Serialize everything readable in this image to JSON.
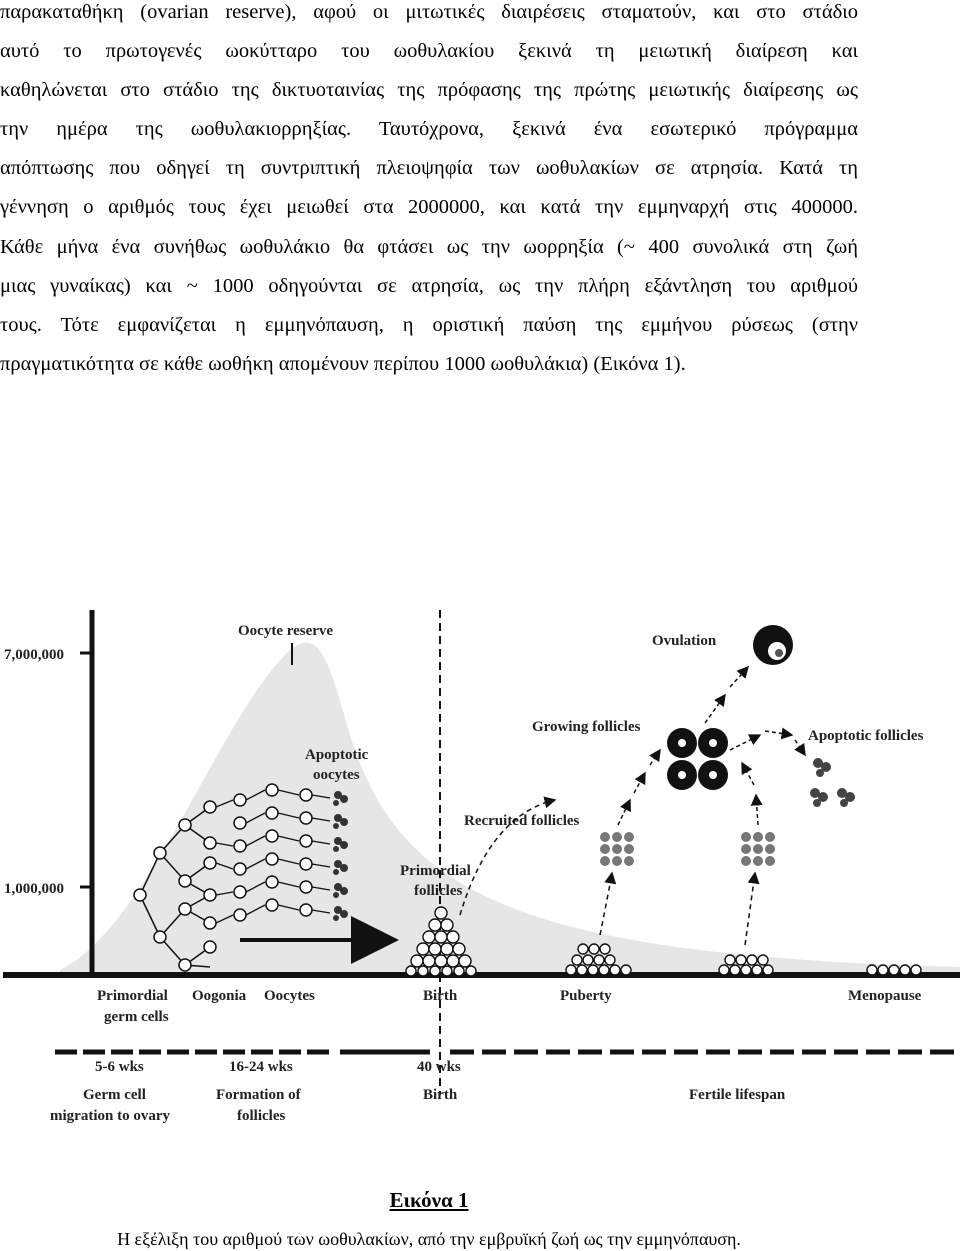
{
  "body_text": {
    "lines": [
      "παρακαταθήκη (ovarian reserve), αφού οι μιτωτικές διαιρέσεις σταματούν, και στο στάδιο",
      "αυτό το πρωτογενές ωοκύτταρο του ωοθυλακίου ξεκινά τη μειωτική διαίρεση και",
      "καθηλώνεται στο στάδιο της δικτυοταινίας της πρόφασης της πρώτης μειωτικής διαίρεσης ως",
      "την ημέρα της ωοθυλακιορρηξίας. Ταυτόχρονα, ξεκινά ένα εσωτερικό πρόγραμμα",
      "απόπτωσης που οδηγεί τη συντριπτική πλειοψηφία των ωοθυλακίων σε ατρησία. Κατά τη",
      "γέννηση ο αριθμός τους έχει μειωθεί στα 2000000, και κατά την εμμηναρχή στις 400000.",
      "Κάθε μήνα ένα συνήθως ωοθυλάκιο θα φτάσει ως την ωορρηξία (~ 400 συνολικά στη ζωή",
      "μιας γυναίκας) και ~ 1000 οδηγούνται σε ατρησία, ως την πλήρη εξάντληση του αριθμού",
      "τους. Τότε εμφανίζεται η εμμηνόπαυση, η οριστική παύση της εμμήνου ρύσεως (στην",
      "πραγματικότητα σε κάθε ωοθήκη απομένουν περίπου 1000 ωοθυλάκια) (Εικόνα 1)."
    ]
  },
  "figure": {
    "y_ticks": [
      "7,000,000",
      "1,000,000"
    ],
    "labels": {
      "oocyte_reserve": "Oocyte reserve",
      "apoptotic_oocytes_1": "Apoptotic",
      "apoptotic_oocytes_2": "oocytes",
      "primordial_follicles_1": "Primordial",
      "primordial_follicles_2": "follicles",
      "recruited_follicles": "Recruited follicles",
      "growing_follicles": "Growing follicles",
      "ovulation": "Ovulation",
      "apoptotic_follicles": "Apoptotic follicles"
    },
    "stages": {
      "primordial_germ_cells_1": "Primordial",
      "primordial_germ_cells_2": "germ cells",
      "oogonia": "Oogonia",
      "oocytes": "Oocytes",
      "birth": "Birth",
      "puberty": "Puberty",
      "menopause": "Menopause"
    },
    "timeline": {
      "wks_5_6": "5-6 wks",
      "wks_16_24": "16-24 wks",
      "wks_40": "40 wks",
      "germ_cell_1": "Germ cell",
      "germ_cell_2": "migration to ovary",
      "formation_1": "Formation of",
      "formation_2": "follicles",
      "birth": "Birth",
      "fertile": "Fertile lifespan"
    },
    "colors": {
      "curve_fill": "#e6e6e6",
      "dark": "#111111",
      "gray_follicle": "#777777"
    }
  },
  "caption": {
    "title": "Εικόνα 1",
    "text": "Η εξέλιξη του αριθμού των ωοθυλακίων, από την εμβρυϊκή ζωή ως την εμμηνόπαυση."
  }
}
